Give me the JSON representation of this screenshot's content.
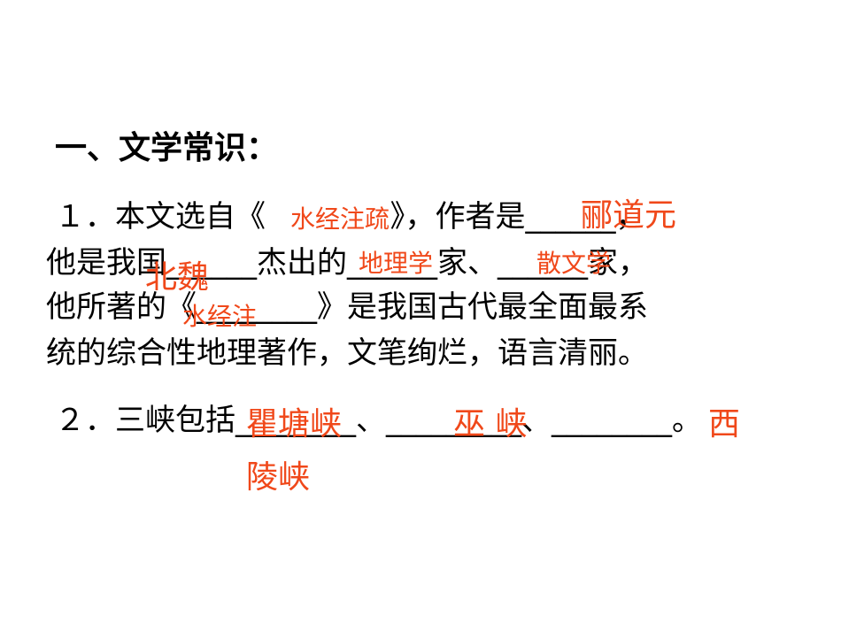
{
  "section_title": "一、文学常识：",
  "q1": {
    "line1": "１．本文选自《             》，作者是______，",
    "line2": "他是我国______杰出的______家、______家，",
    "line3": "他所著的《________》是我国古代最全面最系",
    "line4": "统的综合性地理著作，文笔绚烂，语言清丽。"
  },
  "q2": {
    "line1": "２．三峡包括________、_________、________。"
  },
  "answers": {
    "a1": "水经注疏",
    "a2": "郦道元",
    "a3": "北魏",
    "a4": "地理学",
    "a5": "散文学",
    "a6": "水经注",
    "a7": "瞿塘峡",
    "a8": "巫 峡",
    "a9": "西",
    "a10": "陵峡"
  },
  "colors": {
    "text": "#000000",
    "answer": "#f0481a",
    "background": "#ffffff"
  }
}
